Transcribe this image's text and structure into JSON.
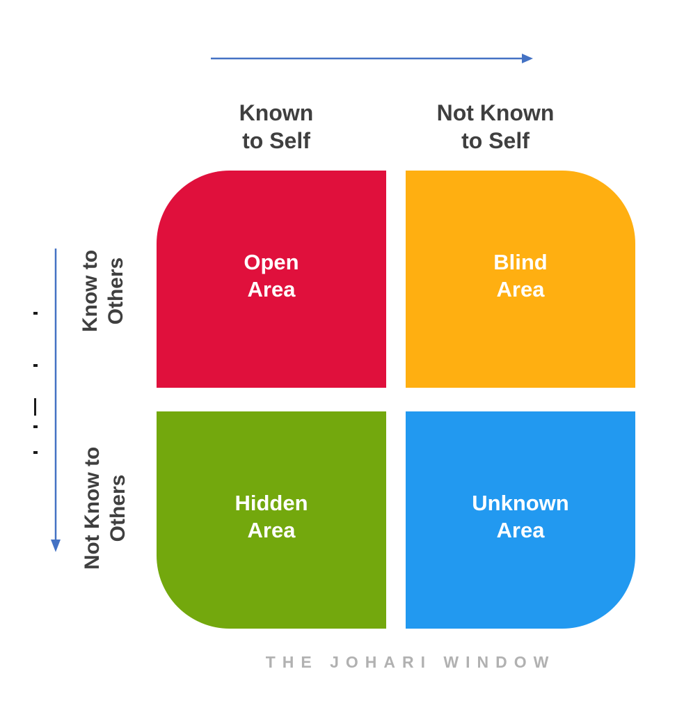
{
  "diagram": {
    "caption": "THE JOHARI WINDOW",
    "column_headers": [
      {
        "label": "Known\nto Self"
      },
      {
        "label": "Not Known\nto Self"
      }
    ],
    "row_headers": [
      {
        "label": "Know to\nOthers"
      },
      {
        "label": "Not Know to\nOthers"
      }
    ],
    "quadrants": [
      {
        "name": "open",
        "label": "Open\nArea",
        "color": "#E0103C"
      },
      {
        "name": "blind",
        "label": "Blind\nArea",
        "color": "#FFAF11"
      },
      {
        "name": "hidden",
        "label": "Hidden\nArea",
        "color": "#73A80D"
      },
      {
        "name": "unknown",
        "label": "Unknown\nArea",
        "color": "#2299F0"
      }
    ],
    "arrows": [
      {
        "name": "top-axis-arrow",
        "direction": "right",
        "color": "#4472C4"
      },
      {
        "name": "left-axis-arrow",
        "direction": "down",
        "color": "#4472C4"
      }
    ],
    "colors": {
      "arrow": "#4472C4",
      "header_text": "#3F3F3F",
      "quadrant_text": "#FFFFFF",
      "caption_text": "#B1B1B1",
      "edge_ticks": "#1A1A1A"
    }
  }
}
